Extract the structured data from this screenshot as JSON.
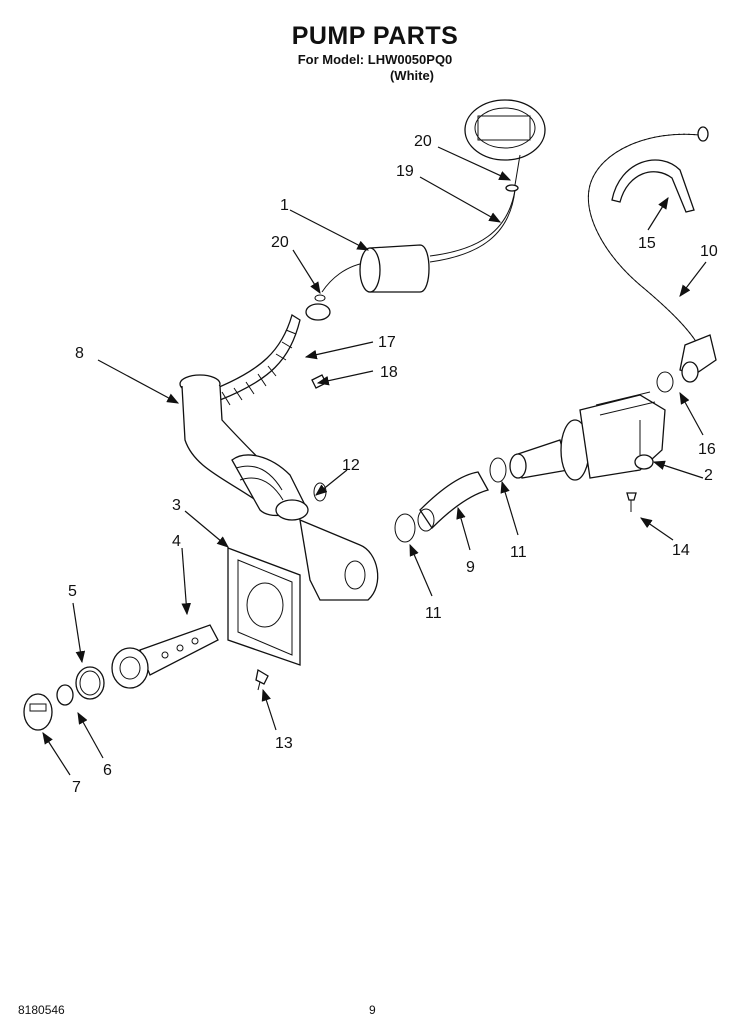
{
  "header": {
    "title": "PUMP PARTS",
    "model_line": "For Model: LHW0050PQ0",
    "color_line": "(White)"
  },
  "callouts": {
    "c1": "1",
    "c2": "2",
    "c3": "3",
    "c4": "4",
    "c5": "5",
    "c6": "6",
    "c7": "7",
    "c8": "8",
    "c9": "9",
    "c10": "10",
    "c11a": "11",
    "c11b": "11",
    "c12": "12",
    "c13": "13",
    "c14": "14",
    "c15": "15",
    "c16": "16",
    "c17": "17",
    "c18": "18",
    "c19": "19",
    "c20a": "20",
    "c20b": "20"
  },
  "footer": {
    "doc_number": "8180546",
    "page_number": "9"
  }
}
